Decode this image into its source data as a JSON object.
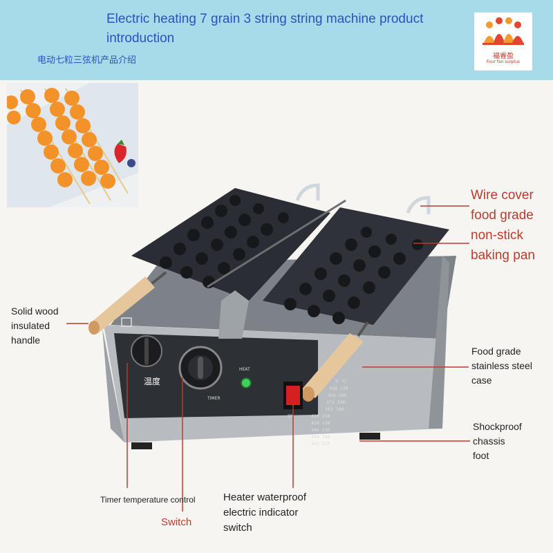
{
  "header": {
    "title": "Electric heating 7 grain 3 string string machine product introduction",
    "subtitle": "电动七粒三弦机产品介绍",
    "logo_text": "福睿盈",
    "logo_subtext": "Four fan surplus"
  },
  "panel": {
    "dial_label": "温度",
    "heat_label": "HEAT",
    "timer_label": "TIMER",
    "switch_on": "ON",
    "temp_table": [
      "℉  ℃",
      "338 170",
      "356 180",
      "374 190",
      "392 200",
      "410 210",
      "428 220",
      "446 230",
      "464 240",
      "482 250"
    ]
  },
  "callouts": {
    "wire_cover": "Wire cover\nfood grade\n non-stick\nbaking pan",
    "handle": "Solid wood\ninsulated\nhandle",
    "case": "Food grade\nstainless steel\ncase",
    "foot": "Shockproof\n chassis\n foot",
    "timer_control": "Timer temperature control",
    "switch": "Switch",
    "heater": "Heater waterproof\nelectric indicator\nswitch"
  },
  "colors": {
    "header_bg": "#a7dbe9",
    "title": "#2c50bf",
    "accent_red": "#c0392b",
    "pan": "#2a2d33",
    "steel": "#a9adb2"
  }
}
